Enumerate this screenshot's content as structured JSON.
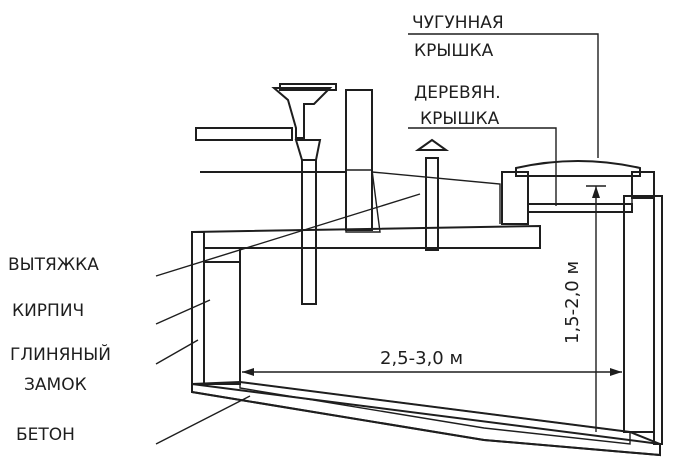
{
  "labels": {
    "cast_iron_lid_1": "ЧУГУННАЯ",
    "cast_iron_lid_2": "КРЫШКА",
    "wooden_lid_1": "ДЕРЕВЯН.",
    "wooden_lid_2": "КРЫШКА",
    "vent": "ВЫТЯЖКА",
    "brick": "КИРПИЧ",
    "clay_lock_1": "ГЛИНЯНЫЙ",
    "clay_lock_2": "ЗАМОК",
    "concrete": "БЕТОН"
  },
  "dimensions": {
    "width": "2,5-3,0 м",
    "depth": "1,5-2,0 м"
  },
  "colors": {
    "line": "#1e1e1e",
    "background": "#ffffff"
  }
}
